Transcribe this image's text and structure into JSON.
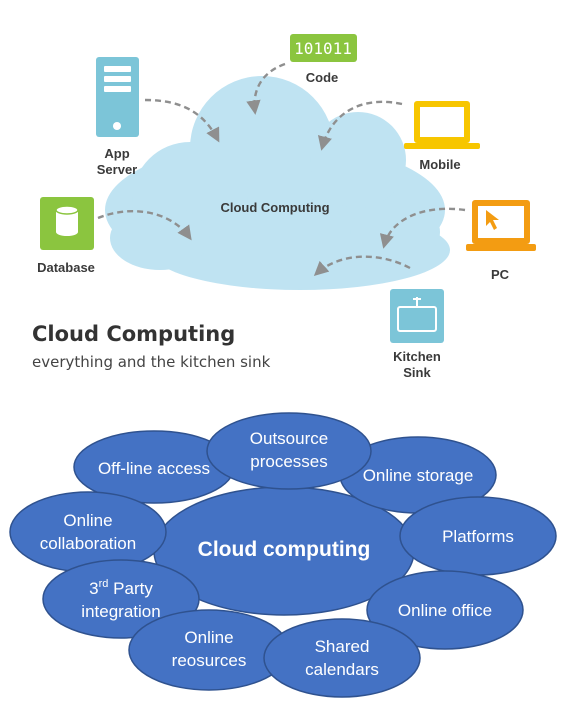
{
  "top_diagram": {
    "cloud_label": "Cloud Computing",
    "code_badge": "101011",
    "nodes": {
      "code": "Code",
      "app_server": [
        "App",
        "Server"
      ],
      "mobile": "Mobile",
      "database": "Database",
      "pc": "PC",
      "kitchen_sink": [
        "Kitchen",
        "Sink"
      ]
    },
    "title": "Cloud Computing",
    "subtitle": "everything and the kitchen sink"
  },
  "bottom_diagram": {
    "center": "Cloud computing",
    "items": {
      "outsource": [
        "Outsource",
        "processes"
      ],
      "offline": [
        "Off-line access"
      ],
      "online_storage": [
        "Online storage"
      ],
      "collaboration": [
        "Online",
        "collaboration"
      ],
      "platforms": [
        "Platforms"
      ],
      "third_party": {
        "num": "3",
        "sup": "rd",
        "rest": " Party",
        "line2": "integration"
      },
      "online_office": [
        "Online office"
      ],
      "online_resources": [
        "Online",
        "reosurces"
      ],
      "shared_calendars": [
        "Shared",
        "calendars"
      ]
    }
  },
  "colors": {
    "cloud": "#bfe3f2",
    "server": "#7cc5d8",
    "code": "#8bc53f",
    "mobile": "#f7c600",
    "database": "#8bc53f",
    "pc": "#f39c12",
    "kitchen": "#7cc5d8",
    "ellipse_fill": "#4472c4",
    "ellipse_stroke": "#2f528f",
    "arrow": "#8f8f8f"
  }
}
